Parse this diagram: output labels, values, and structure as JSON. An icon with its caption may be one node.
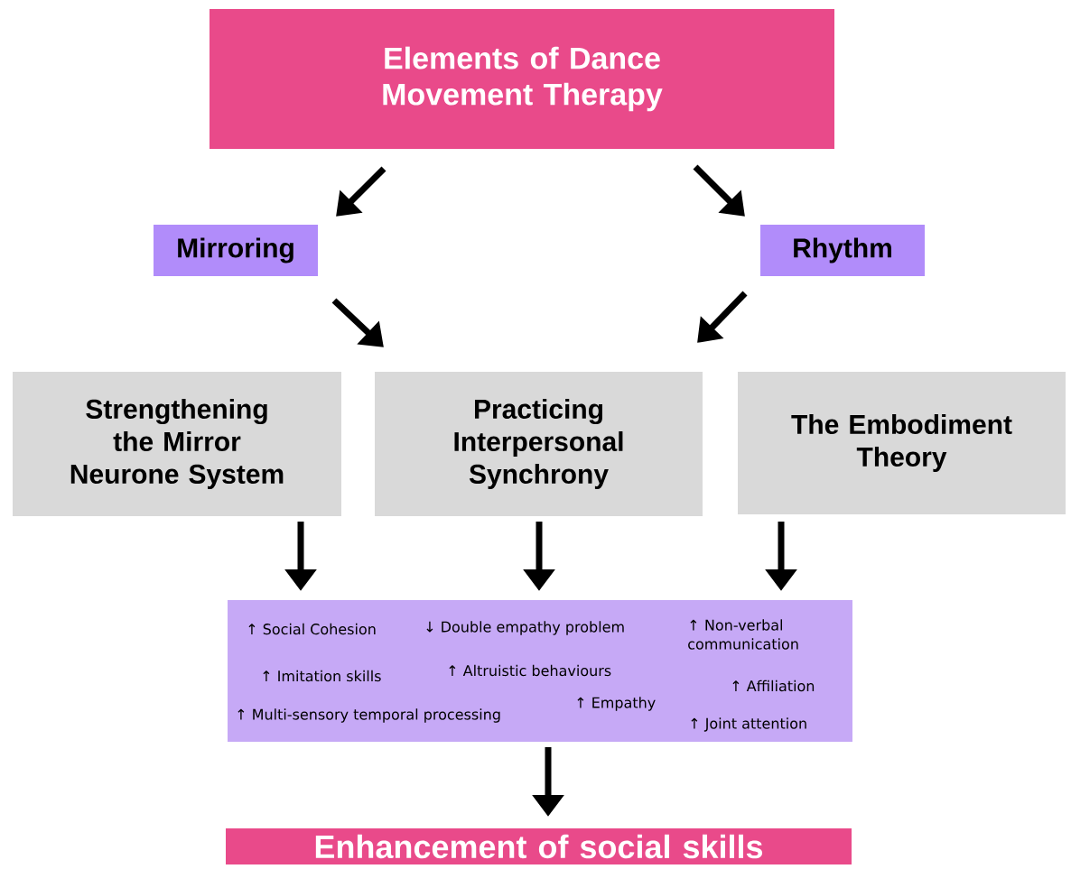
{
  "diagram": {
    "nodes": [
      {
        "text": [
          "Elements of Dance Movement Therapy"
        ]
      },
      {
        "text": [
          "Mirroring"
        ]
      },
      {
        "text": [
          "Rhythm"
        ]
      },
      {
        "text": [
          "Strengthening the Mirror Neurone System"
        ]
      },
      {
        "text": [
          "Practicing Interpersonal Synchrony"
        ]
      },
      {
        "text": [
          "The Embodiment Theory"
        ]
      },
      {
        "text": [
          "↑ Social Cohesion",
          "↓ Double empathy problem",
          "↑ Non-verbal communication",
          "↑ Imitation skills",
          "↑ Altruistic behaviours",
          "↑ Affiliation",
          "↑ Multi-sensory temporal processing",
          "↑ Empathy",
          "↑ Joint attention"
        ]
      },
      {
        "text": [
          "Enhancement of social skills"
        ]
      }
    ],
    "edges": [
      {
        "from": 0,
        "to": 1,
        "arrow": "to"
      },
      {
        "from": 0,
        "to": 2,
        "arrow": "to"
      },
      {
        "from": 1,
        "to": 4,
        "arrow": "to"
      },
      {
        "from": 2,
        "to": 4,
        "arrow": "to"
      },
      {
        "from": 3,
        "to": 6,
        "arrow": "to"
      },
      {
        "from": 4,
        "to": 6,
        "arrow": "to"
      },
      {
        "from": 5,
        "to": 6,
        "arrow": "to"
      },
      {
        "from": 6,
        "to": 7,
        "arrow": "to"
      }
    ]
  }
}
